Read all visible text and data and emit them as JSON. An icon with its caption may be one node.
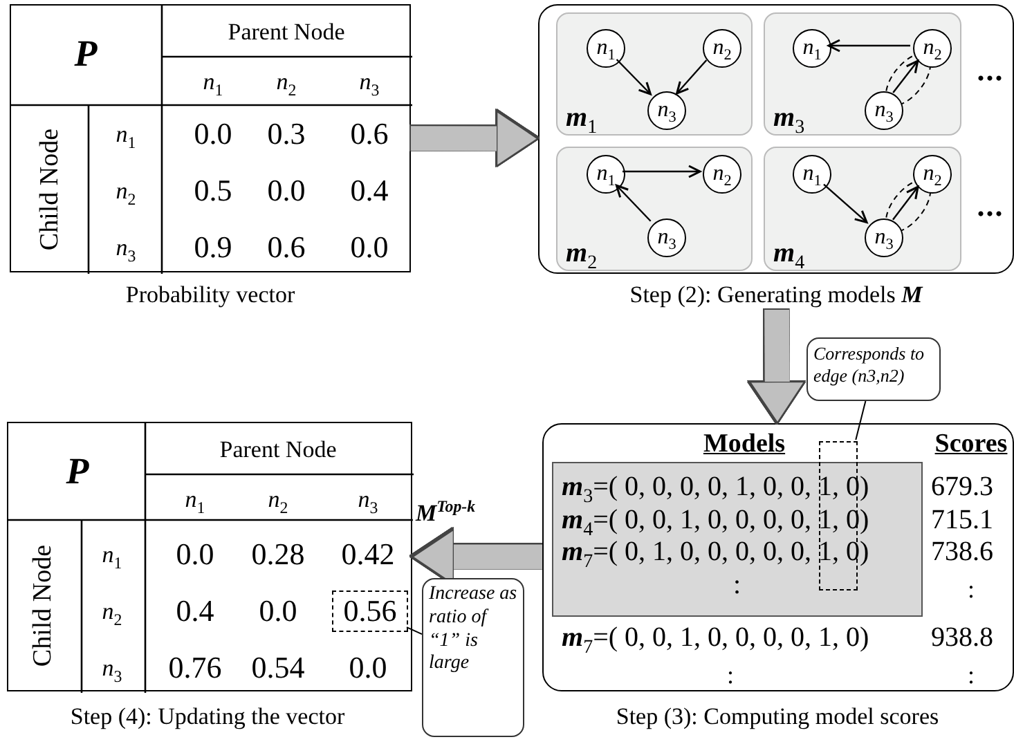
{
  "diagram": {
    "nodes": [
      {
        "text": [
          "P"
        ],
        "beside": [
          "Probability vector"
        ]
      },
      {
        "text": [],
        "shape": "box",
        "beside": [
          "Step (2): Generating models **M**"
        ]
      },
      {
        "text": [
          "**m**$_{1}$"
        ],
        "in": 1
      },
      {
        "text": [
          "*n*$_{1}$"
        ],
        "in": 2
      },
      {
        "text": [
          "*n*$_{2}$"
        ],
        "in": 2
      },
      {
        "text": [
          "*n*$_{3}$"
        ],
        "in": 2
      },
      {
        "text": [
          "**m**$_{3}$"
        ],
        "in": 1
      },
      {
        "text": [
          "*n*$_{1}$"
        ],
        "in": 6
      },
      {
        "text": [
          "*n*$_{2}$"
        ],
        "in": 6
      },
      {
        "text": [
          "*n*$_{3}$"
        ],
        "in": 6
      },
      {
        "text": [
          "**m**$_{2}$"
        ],
        "in": 1
      },
      {
        "text": [
          "*n*$_{1}$"
        ],
        "in": 10
      },
      {
        "text": [
          "*n*$_{2}$"
        ],
        "in": 10
      },
      {
        "text": [
          "*n*$_{3}$"
        ],
        "in": 10
      },
      {
        "text": [
          "**m**$_{4}$"
        ],
        "in": 1
      },
      {
        "text": [
          "*n*$_{1}$"
        ],
        "in": 14
      },
      {
        "text": [
          "*n*$_{2}$"
        ],
        "in": 14
      },
      {
        "text": [
          "*n*$_{3}$"
        ],
        "in": 14
      },
      {
        "text": [
          "Corresponds to edge (n3,n2)"
        ]
      },
      {
        "text": [
          "P"
        ],
        "beside": [
          "Step (4): Updating the vector"
        ]
      },
      {
        "text": [
          "0.56"
        ],
        "in": 19
      },
      {
        "text": [],
        "shape": "box",
        "beside": [
          "Step (3): Computing model scores"
        ]
      },
      {
        "text": [
          "**m**$_{3}$=( 0, 0, 0, 0, 1, 0, 0, 1, 0)",
          "**m**$_{4}$=( 0, 0, 1, 0, 0, 0, 0, 1, 0)",
          "**m**$_{7}$=( 0, 1, 0, 0, 0, 0, 0, 1, 0)",
          ":"
        ],
        "in": 21
      },
      {
        "text": [],
        "shape": "box",
        "in": 21
      },
      {
        "text": [
          "Increase as ratio of “1” is large"
        ]
      }
    ],
    "edges": [
      {
        "from": 0,
        "to": 1,
        "arrow": "to",
        "style": "thick",
        "color": "#c0c0c0"
      },
      {
        "from": 1,
        "to": 21,
        "arrow": "to",
        "style": "thick",
        "color": "#c0c0c0"
      },
      {
        "from": 21,
        "to": 19,
        "arrow": "to",
        "label": "M$^{Top-k}$",
        "style": "thick",
        "color": "#c0c0c0"
      },
      {
        "from": 3,
        "to": 5,
        "arrow": "to"
      },
      {
        "from": 4,
        "to": 5,
        "arrow": "to"
      },
      {
        "from": 8,
        "to": 7,
        "arrow": "to"
      },
      {
        "from": 9,
        "to": 8,
        "arrow": "to"
      },
      {
        "from": 11,
        "to": 12,
        "arrow": "to"
      },
      {
        "from": 13,
        "to": 11,
        "arrow": "to"
      },
      {
        "from": 15,
        "to": 17,
        "arrow": "to"
      },
      {
        "from": 17,
        "to": 16,
        "arrow": "to"
      },
      {
        "from": 18,
        "to": 23,
        "arrow": "none"
      },
      {
        "from": 24,
        "to": 20,
        "arrow": "none"
      }
    ],
    "labels": [
      "Parent Node",
      "*n*$_{1}$",
      "*n*$_{2}$",
      "*n*$_{3}$",
      "Child Node",
      "*n*$_{1}$",
      "0.0",
      "0.3",
      "0.6",
      "*n*$_{2}$",
      "0.5",
      "0.0",
      "0.4",
      "*n*$_{3}$",
      "0.9",
      "0.6",
      "0.0",
      "...",
      "...",
      "Models",
      "Scores",
      "679.3",
      "715.1",
      "738.6",
      ":",
      "**m**$_{7}$=( 0, 0, 1, 0, 0, 0, 0, 1, 0)",
      "938.8",
      ":",
      ":",
      "Parent Node",
      "*n*$_{1}$",
      "*n*$_{2}$",
      "*n*$_{3}$",
      "Child Node",
      "*n*$_{1}$",
      "0.0",
      "0.28",
      "0.42",
      "*n*$_{2}$",
      "0.4",
      "0.0",
      "*n*$_{3}$",
      "0.76",
      "0.54",
      "0.0"
    ]
  }
}
